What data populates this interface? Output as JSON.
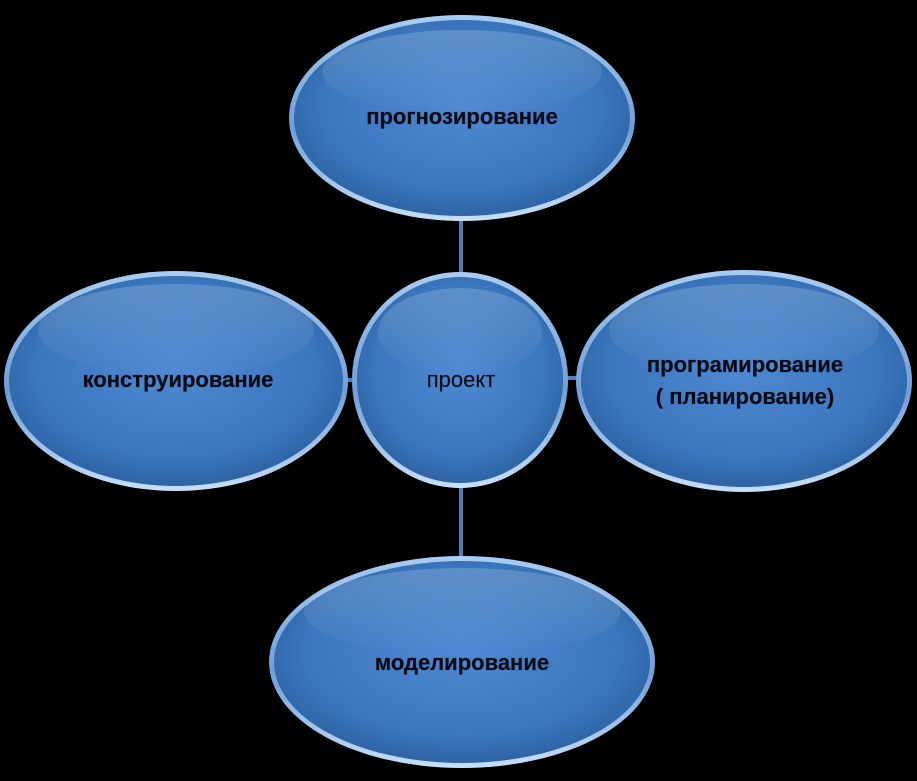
{
  "diagram": {
    "center": {
      "label": "проект"
    },
    "top": {
      "label": "прогнозирование"
    },
    "left": {
      "label": "конструирование"
    },
    "right": {
      "line1": "програмирование",
      "line2": "( планирование)"
    },
    "bottom": {
      "label": "моделирование"
    }
  },
  "colors": {
    "background": "#000000",
    "node_fill_light": "#5b8fd0",
    "node_fill_dark": "#2f6bb3",
    "node_rim": "#9ec4ee",
    "connector": "#4f7fb8"
  }
}
